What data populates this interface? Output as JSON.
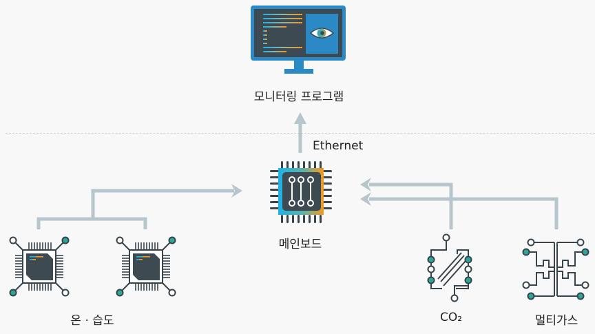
{
  "title": "Monitoring system architecture",
  "nodes": {
    "monitor": {
      "label": "모니터링 프로그램",
      "icon": "monitor-eye-icon"
    },
    "mainboard": {
      "label": "메인보드",
      "icon": "cpu-board-icon"
    },
    "temp_humidity": {
      "label": "온 · 습도",
      "icon": "sensor-chip-icon"
    },
    "co2": {
      "label": "CO₂",
      "icon": "co2-sensor-icon"
    },
    "multigas": {
      "label": "멀티가스",
      "icon": "multigas-sensor-icon"
    }
  },
  "links": {
    "ethernet": {
      "label": "Ethernet"
    }
  },
  "colors": {
    "arrow": "#b6c6cc",
    "dark": "#37444c",
    "blue": "#2b8ac6",
    "teal": "#2ca89a",
    "orange": "#f39a21",
    "cyan": "#1fb1e6"
  }
}
